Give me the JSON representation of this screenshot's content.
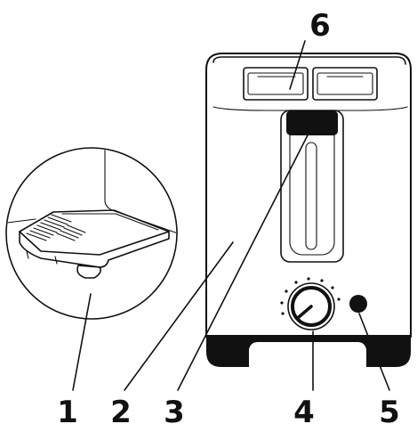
{
  "callouts": [
    {
      "id": "1",
      "label": "1"
    },
    {
      "id": "2",
      "label": "2"
    },
    {
      "id": "3",
      "label": "3"
    },
    {
      "id": "4",
      "label": "4"
    },
    {
      "id": "5",
      "label": "5"
    },
    {
      "id": "6",
      "label": "6"
    }
  ],
  "colors": {
    "ink": "#111111",
    "body_fill": "#ffffff",
    "base_fill": "#111111"
  }
}
